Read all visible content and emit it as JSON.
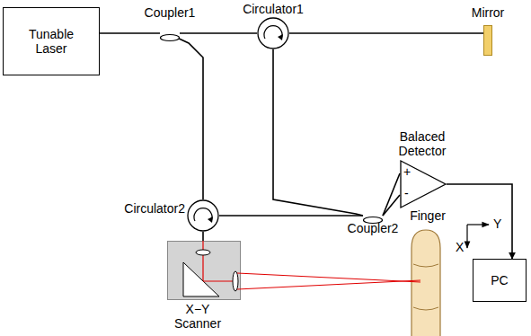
{
  "diagram": {
    "nodes": [
      {
        "text": [
          "Tunable Laser"
        ]
      },
      {
        "text": [
          "Coupler1"
        ]
      },
      {
        "text": [
          "Circulator1"
        ]
      },
      {
        "text": [
          "Mirror"
        ]
      },
      {
        "text": [
          "Balaced Detector"
        ]
      },
      {
        "text": [
          "Circulator2"
        ]
      },
      {
        "text": [
          "Coupler2"
        ]
      },
      {
        "text": [
          "X−Y Scanner"
        ]
      },
      {
        "text": [
          "Finger"
        ]
      },
      {
        "text": [
          "PC"
        ]
      }
    ],
    "edges": [
      {
        "from": 0,
        "to": 1,
        "arrow": "none"
      },
      {
        "from": 1,
        "to": 2,
        "arrow": "none"
      },
      {
        "from": 2,
        "to": 3,
        "arrow": "none"
      },
      {
        "from": 1,
        "to": 5,
        "arrow": "none"
      },
      {
        "from": 2,
        "to": 6,
        "arrow": "none"
      },
      {
        "from": 5,
        "to": 6,
        "arrow": "none"
      },
      {
        "from": 5,
        "to": 7,
        "arrow": "none"
      },
      {
        "from": 6,
        "to": 4,
        "arrow": "none"
      },
      {
        "from": 6,
        "to": 4,
        "arrow": "none"
      },
      {
        "from": 4,
        "to": 9,
        "arrow": "to"
      }
    ],
    "labels": [
      "+",
      "-",
      "Y",
      "X"
    ]
  }
}
